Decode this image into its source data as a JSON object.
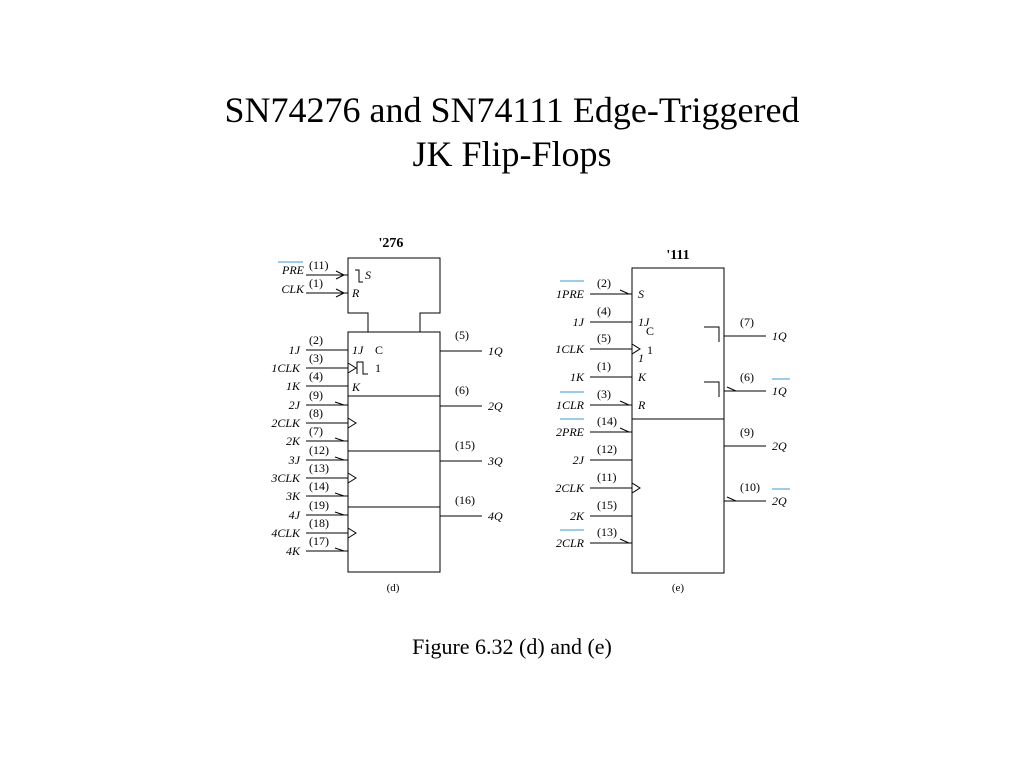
{
  "title": {
    "line1": "SN74276 and SN74111 Edge-Triggered",
    "line2": "JK Flip-Flops"
  },
  "caption": "Figure 6.32 (d) and (e)",
  "chip_276": {
    "name": "'276",
    "sublabel": "(d)",
    "common": {
      "pre": {
        "signal": "PRE",
        "pin": "(11)"
      },
      "clk": {
        "signal": "CLK",
        "pin": "(1)"
      },
      "s_label": "S",
      "r_label": "R"
    },
    "first_section": {
      "j_label": "1J",
      "c_label": "C",
      "one_label": "1",
      "k_label": "K"
    },
    "inputs": [
      {
        "signal": "1J",
        "pin": "(2)"
      },
      {
        "signal": "1CLK",
        "pin": "(3)"
      },
      {
        "signal": "1K",
        "pin": "(4)"
      },
      {
        "signal": "2J",
        "pin": "(9)"
      },
      {
        "signal": "2CLK",
        "pin": "(8)"
      },
      {
        "signal": "2K",
        "pin": "(7)"
      },
      {
        "signal": "3J",
        "pin": "(12)"
      },
      {
        "signal": "3CLK",
        "pin": "(13)"
      },
      {
        "signal": "3K",
        "pin": "(14)"
      },
      {
        "signal": "4J",
        "pin": "(19)"
      },
      {
        "signal": "4CLK",
        "pin": "(18)"
      },
      {
        "signal": "4K",
        "pin": "(17)"
      }
    ],
    "outputs": [
      {
        "signal": "1Q",
        "pin": "(5)"
      },
      {
        "signal": "2Q",
        "pin": "(6)"
      },
      {
        "signal": "3Q",
        "pin": "(15)"
      },
      {
        "signal": "4Q",
        "pin": "(16)"
      }
    ]
  },
  "chip_111": {
    "name": "'111",
    "sublabel": "(e)",
    "section1_labels": {
      "s": "S",
      "j": "1J",
      "c": "C",
      "one": "1",
      "clk_one": "1",
      "k": "K",
      "r": "R"
    },
    "inputs": [
      {
        "signal": "1PRE",
        "pin": "(2)"
      },
      {
        "signal": "1J",
        "pin": "(4)"
      },
      {
        "signal": "1CLK",
        "pin": "(5)"
      },
      {
        "signal": "1K",
        "pin": "(1)"
      },
      {
        "signal": "1CLR",
        "pin": "(3)"
      },
      {
        "signal": "2PRE",
        "pin": "(14)"
      },
      {
        "signal": "2J",
        "pin": "(12)"
      },
      {
        "signal": "2CLK",
        "pin": "(11)"
      },
      {
        "signal": "2K",
        "pin": "(15)"
      },
      {
        "signal": "2CLR",
        "pin": "(13)"
      }
    ],
    "outputs": [
      {
        "signal": "1Q",
        "pin": "(7)"
      },
      {
        "signal": "1Q",
        "pin": "(6)"
      },
      {
        "signal": "2Q",
        "pin": "(9)"
      },
      {
        "signal": "2Q",
        "pin": "(10)"
      }
    ]
  }
}
